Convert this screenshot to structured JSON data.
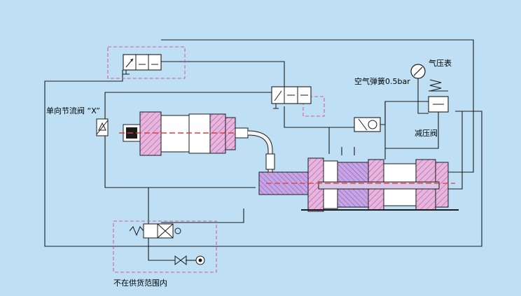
{
  "labels": {
    "gauge": "气压表",
    "air_spring": "空气弹簧0.5bar",
    "check_valve": "单向节流阀 “X”",
    "reducer": "减压阀",
    "out_of_scope": "不在供货范围内"
  },
  "colors": {
    "background": "#bfe0f4",
    "line": "#1b1b1b",
    "hatch_pink": "#d58fc8",
    "dash_box": "#c9609b",
    "center_red": "#e23a3a",
    "piston_purple": "#b48ad6",
    "rod": "#d8c7e6"
  }
}
